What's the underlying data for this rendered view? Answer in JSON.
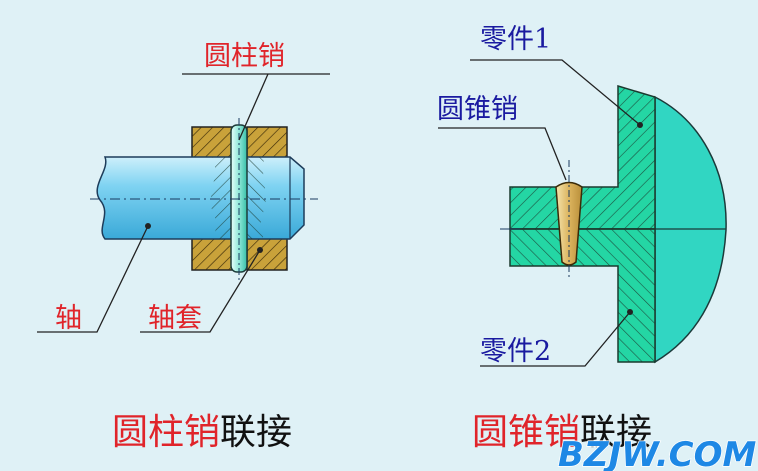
{
  "left_diagram": {
    "labels": {
      "pin": "圆柱销",
      "shaft": "轴",
      "sleeve": "轴套"
    },
    "caption_red": "圆柱销",
    "caption_black": "联接"
  },
  "right_diagram": {
    "labels": {
      "part1": "零件1",
      "pin": "圆锥销",
      "part2": "零件2"
    },
    "caption_red": "圆锥销",
    "caption_black": "联接"
  },
  "watermark": "BZJW.COM",
  "colors": {
    "background": "#dff1f6",
    "red_label": "#e0242a",
    "blue_label": "#1a1aa0",
    "shaft_blue": "#7fd3f2",
    "sleeve_brown": "#c9a23a",
    "part_green": "#24d6a4",
    "dome_teal": "#31d6c2",
    "pin_tan": "#dcb45e"
  }
}
